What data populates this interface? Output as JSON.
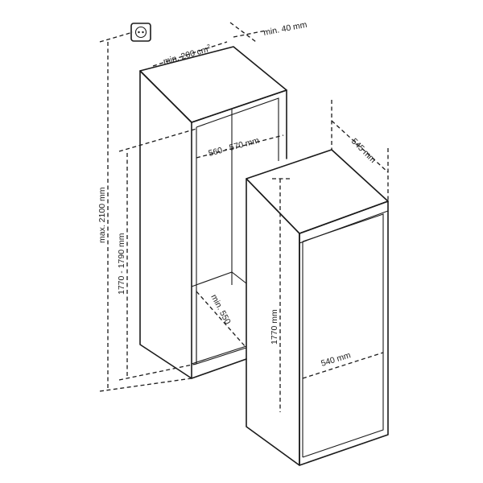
{
  "dimensions": {
    "vent_area": "min. 200 cm",
    "vent_area_sup": "2",
    "gap_top": "min. 40 mm",
    "depth": "545 mm",
    "niche_width": "560 - 570 mm",
    "max_height": "max. 2100 mm",
    "niche_height": "1770 - 1790 mm",
    "bottom_gap": "min. 550",
    "appliance_height": "1770 mm",
    "appliance_width": "540 mm"
  },
  "icons": {
    "socket": "power-socket-icon"
  }
}
